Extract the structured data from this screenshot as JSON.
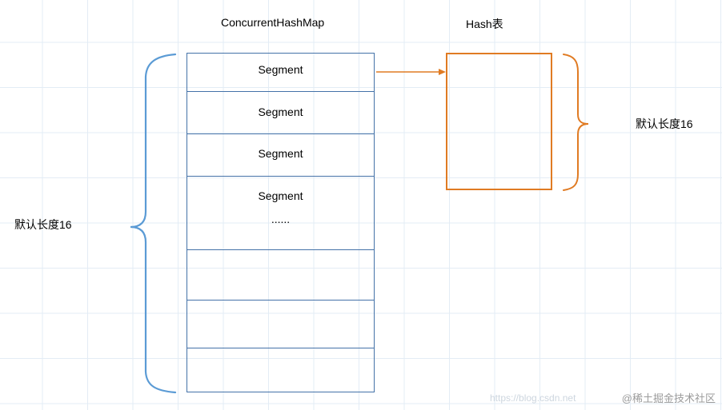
{
  "diagram": {
    "titles": {
      "left": "ConcurrentHashMap",
      "right": "Hash表"
    },
    "segments": [
      "Segment",
      "Segment",
      "Segment",
      "Segment",
      "......"
    ],
    "annotations": {
      "left_brace_label": "默认长度16",
      "right_brace_label": "默认长度16"
    },
    "colors": {
      "box_border_blue": "#4472a8",
      "brace_blue": "#5b9bd5",
      "hash_border_orange": "#e07b23",
      "arrow_orange": "#e07b23",
      "grid": "#e3ecf5"
    }
  },
  "watermark": {
    "text": "@稀土掘金技术社区",
    "url": "https://blog.csdn.net"
  }
}
